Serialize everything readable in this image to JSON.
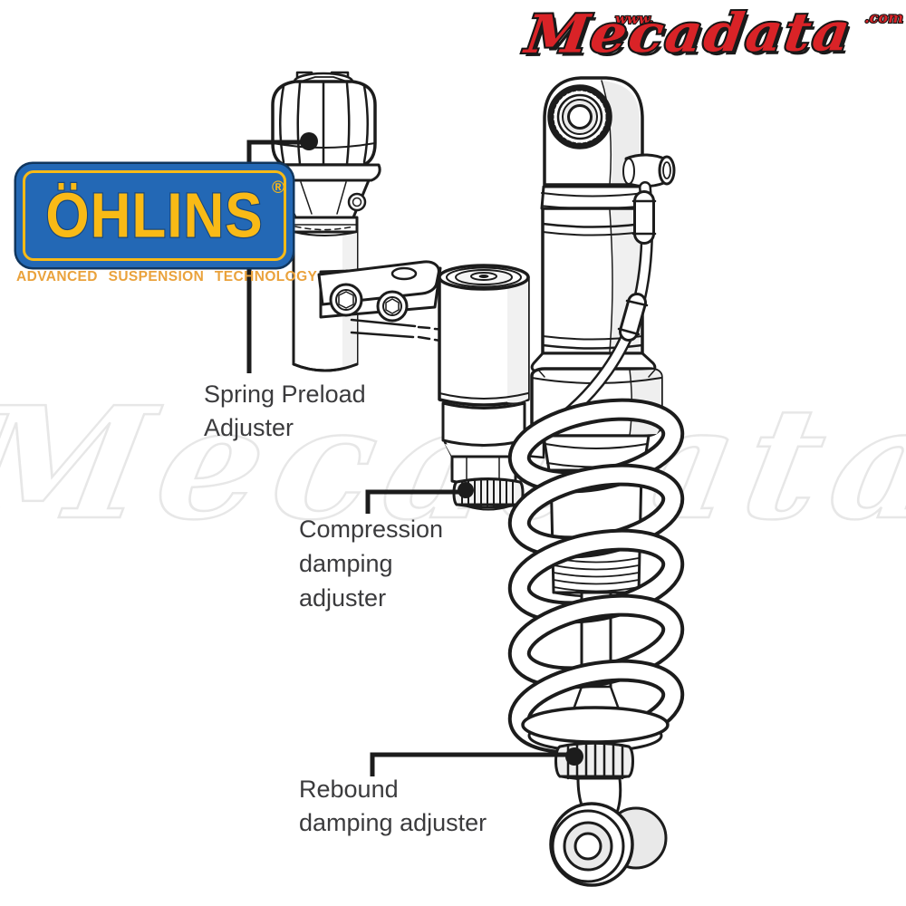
{
  "header_logo": {
    "www": "www.",
    "name": "Mecadata",
    "tld": ".com"
  },
  "ohlins": {
    "wordmark": "ÖHLINS",
    "registered": "®",
    "tagline": "ADVANCED SUSPENSION TECHNOLOGY"
  },
  "watermark": {
    "text": "Mecadata"
  },
  "callouts": {
    "spring_preload": {
      "line1": "Spring Preload",
      "line2": "Adjuster"
    },
    "compression": {
      "line1": "Compression",
      "line2": "damping",
      "line3": "adjuster"
    },
    "rebound": {
      "line1": "Rebound",
      "line2": "damping adjuster"
    }
  },
  "colors": {
    "mecadata_red": "#d92327",
    "ohlins_blue": "#2368b5",
    "ohlins_yellow": "#f9ba16",
    "tagline_orange": "#eaa23c",
    "ink": "#1c1c1c",
    "label_gray": "#3b3b3d",
    "watermark_gray": "#e7e7e7",
    "shade_gray": "#ececec"
  }
}
